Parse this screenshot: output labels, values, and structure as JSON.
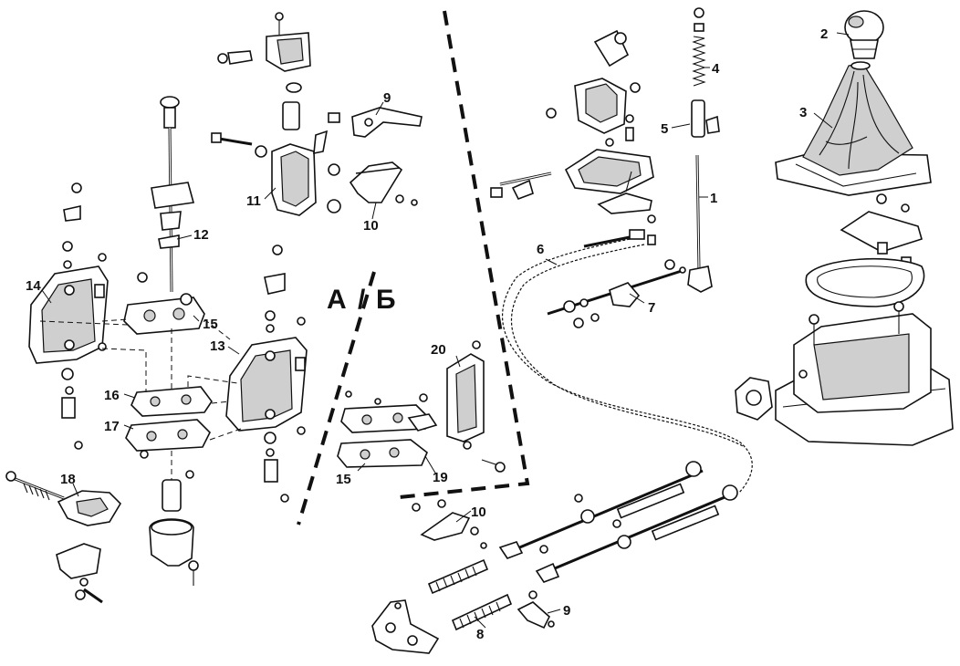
{
  "diagram": {
    "sections": {
      "a": "А",
      "separator": "/",
      "b": "Б"
    },
    "callouts": {
      "c1": "1",
      "c2": "2",
      "c3": "3",
      "c4": "4",
      "c5": "5",
      "c6": "6",
      "c7": "7",
      "c8": "8",
      "c9": "9",
      "c9b": "9",
      "c10": "10",
      "c10b": "10",
      "c11": "11",
      "c12": "12",
      "c13": "13",
      "c14": "14",
      "c15": "15",
      "c15b": "15",
      "c16": "16",
      "c17": "17",
      "c18": "18",
      "c19": "19",
      "c20": "20"
    }
  }
}
